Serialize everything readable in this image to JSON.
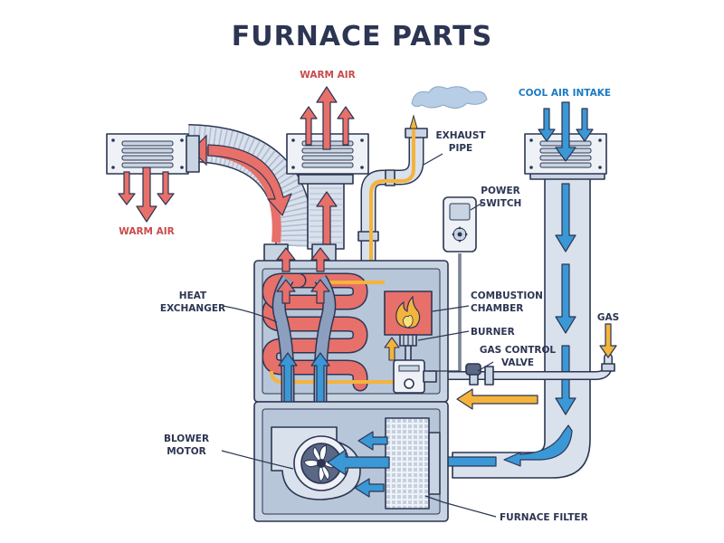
{
  "title": "FURNACE PARTS",
  "labels": {
    "warm_air_top": "WARM AIR",
    "warm_air_left": "WARM AIR",
    "cool_air_intake": "COOL AIR INTAKE",
    "exhaust_pipe": [
      "EXHAUST",
      "PIPE"
    ],
    "power_switch": [
      "POWER",
      "SWITCH"
    ],
    "heat_exchanger": [
      "HEAT",
      "EXCHANGER"
    ],
    "combustion_chamber": [
      "COMBUSTION",
      "CHAMBER"
    ],
    "burner": "BURNER",
    "gas_control_valve": [
      "GAS CONTROL",
      "VALVE"
    ],
    "gas": "GAS",
    "blower_motor": [
      "BLOWER",
      "MOTOR"
    ],
    "furnace_filter": "FURNACE FILTER"
  },
  "colors": {
    "outline": "#2c3552",
    "warm": "#e8706a",
    "warm_text": "#c84b4b",
    "cool": "#3a98d6",
    "cool_text": "#1b7ac4",
    "gas": "#f4b43c",
    "body": "#c9d4e3",
    "duct": "#d9e1ec"
  }
}
